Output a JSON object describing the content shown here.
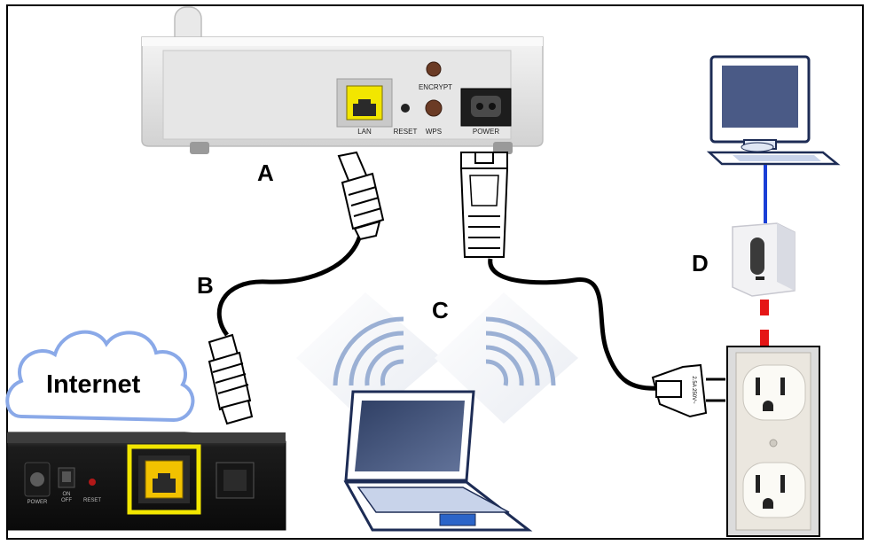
{
  "callouts": {
    "a": "A",
    "b": "B",
    "c": "C",
    "d": "D"
  },
  "cloud": {
    "label": "Internet"
  },
  "router_ports": {
    "encrypt": "ENCRYPT",
    "lan": "LAN",
    "reset": "RESET",
    "wps": "WPS",
    "power": "POWER"
  },
  "modem_ports": {
    "power": "POWER",
    "on": "ON",
    "off": "OFF",
    "reset": "RESET"
  },
  "plug": {
    "rating": "2.5A 250V~"
  },
  "colors": {
    "highlight": "#f2e600",
    "ethernet_line": "#1a3fd6",
    "powerline_dashes": "#e51616",
    "cable": "#000000"
  }
}
